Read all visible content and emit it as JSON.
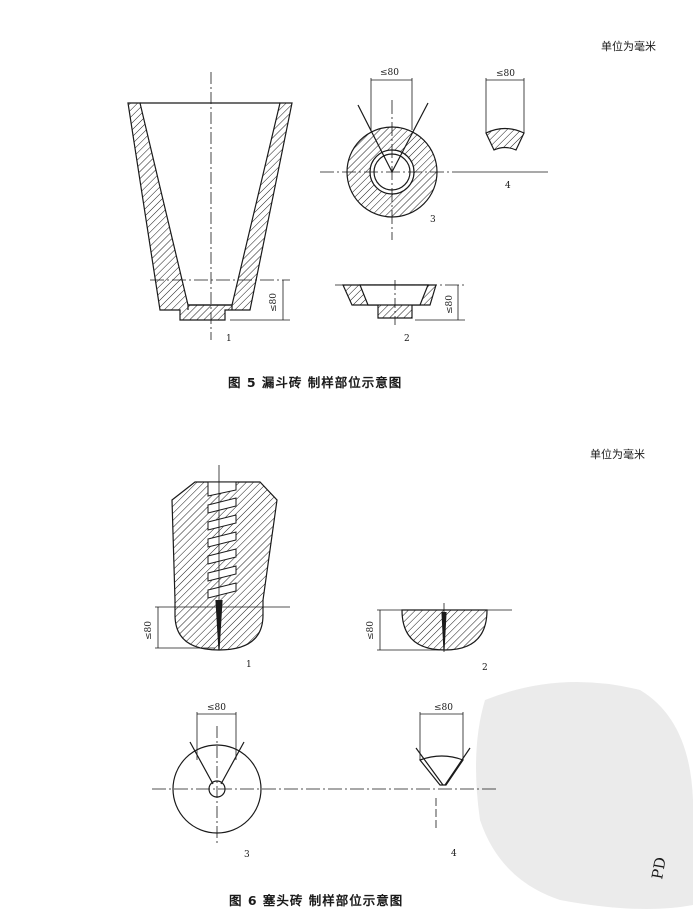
{
  "fig5": {
    "unit_label": "单位为毫米",
    "caption": "图 5    漏斗砖    制样部位示意图",
    "dim_label": "≤80",
    "part_labels": [
      "1",
      "2",
      "3",
      "4"
    ]
  },
  "fig6": {
    "unit_label": "单位为毫米",
    "caption": "图 6    塞头砖    制样部位示意图",
    "dim_label": "≤80",
    "part_labels": [
      "1",
      "2",
      "3",
      "4"
    ]
  },
  "watermark": {
    "text": "PD"
  },
  "colors": {
    "ink": "#1a1a1a",
    "watermark": "#e6e6e6"
  }
}
